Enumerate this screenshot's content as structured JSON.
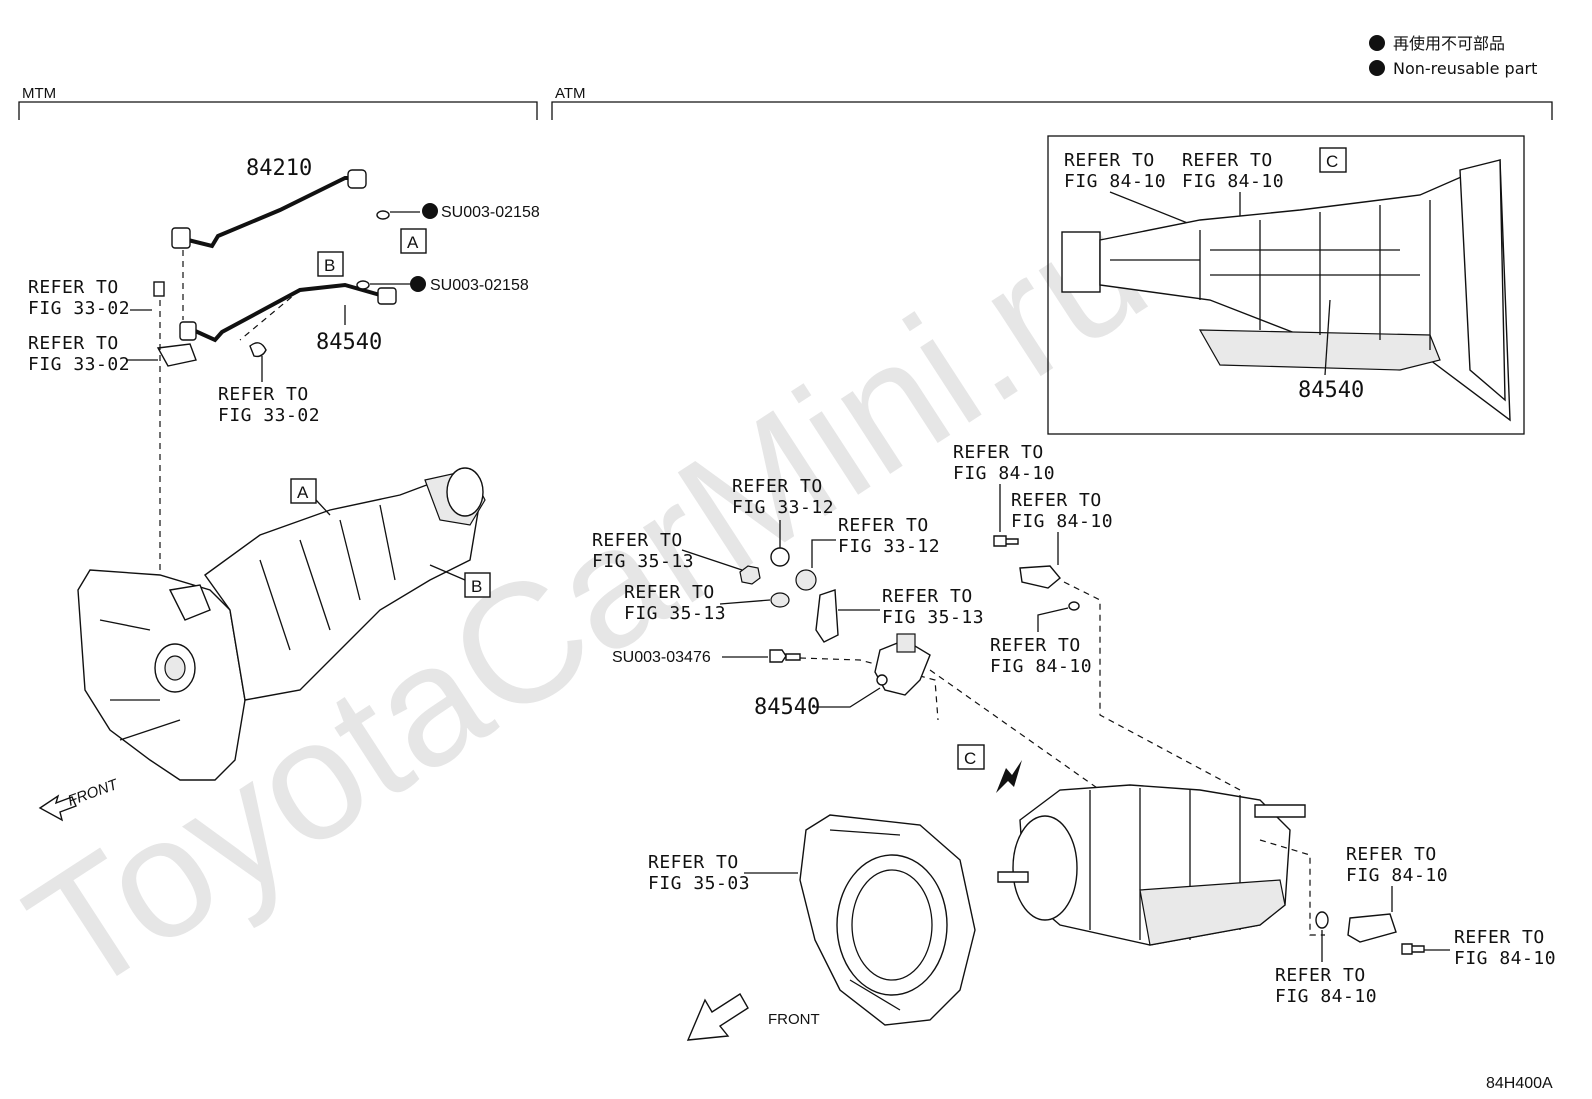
{
  "watermark": "ToyotaCarMini.ru",
  "legend": {
    "jp": "再使用不可部品",
    "en": "Non-reusable part"
  },
  "sections": {
    "mtm": "MTM",
    "atm": "ATM"
  },
  "figure_code": "84H400A",
  "parts": {
    "p84210": "84210",
    "p84540a": "84540",
    "p84540b": "84540",
    "p84540c": "84540"
  },
  "seals": {
    "s1": "SU003-02158",
    "s2": "SU003-02158",
    "bolt": "SU003-03476"
  },
  "boxes": {
    "a1": "A",
    "a2": "A",
    "b1": "B",
    "b2": "B",
    "c1": "C",
    "c2": "C"
  },
  "refs": {
    "refer": "REFER TO",
    "r1": "FIG 33-02",
    "r2": "FIG 33-02",
    "r3": "FIG 33-02",
    "r4": "FIG 84-10",
    "r5": "FIG 84-10",
    "r6": "FIG 33-12",
    "r7": "FIG 33-12",
    "r8": "FIG 35-13",
    "r9": "FIG 35-13",
    "r10": "FIG 35-13",
    "r11": "FIG 84-10",
    "r12": "FIG 84-10",
    "r13": "FIG 84-10",
    "r14": "FIG 35-03",
    "r15": "FIG 84-10",
    "r16": "FIG 84-10",
    "r17": "FIG 84-10"
  },
  "front": {
    "f1": "FRONT",
    "f2": "FRONT"
  }
}
